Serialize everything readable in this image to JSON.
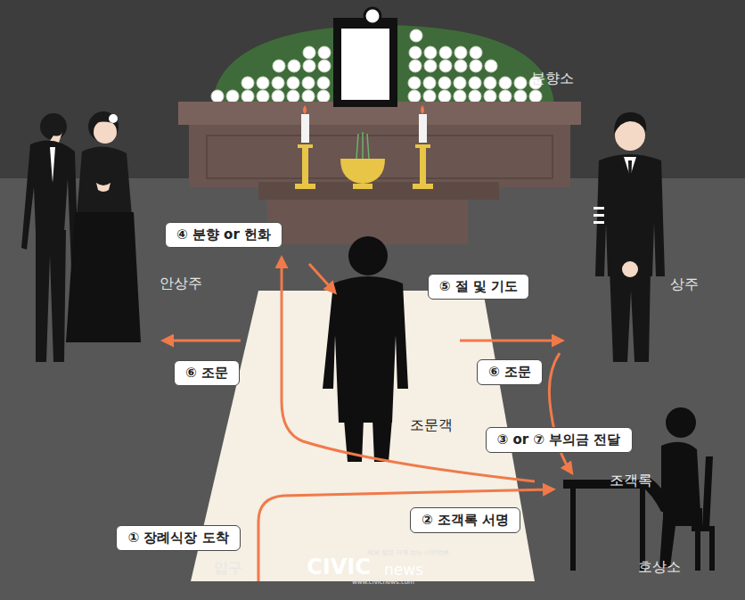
{
  "diagram": {
    "nodes": [
      {
        "text": [
          "④ 분향 or 헌화"
        ]
      },
      {
        "text": [
          "⑤ 절 및 기도"
        ]
      },
      {
        "text": [
          "⑥ 조문"
        ]
      },
      {
        "text": [
          "⑥ 조문"
        ]
      },
      {
        "text": [
          "③ or ⑦ 부의금 전달"
        ]
      },
      {
        "text": [
          "② 조객록 서명"
        ]
      },
      {
        "text": [
          "① 장례식장 도착"
        ]
      }
    ],
    "labels": [
      "분향소",
      "안상주",
      "상주",
      "조문객",
      "조객록",
      "입구",
      "호상소",
      "CIVIC",
      "news",
      "작은 정보 크게 보는 시민언론",
      "www.civicnews.com"
    ]
  }
}
